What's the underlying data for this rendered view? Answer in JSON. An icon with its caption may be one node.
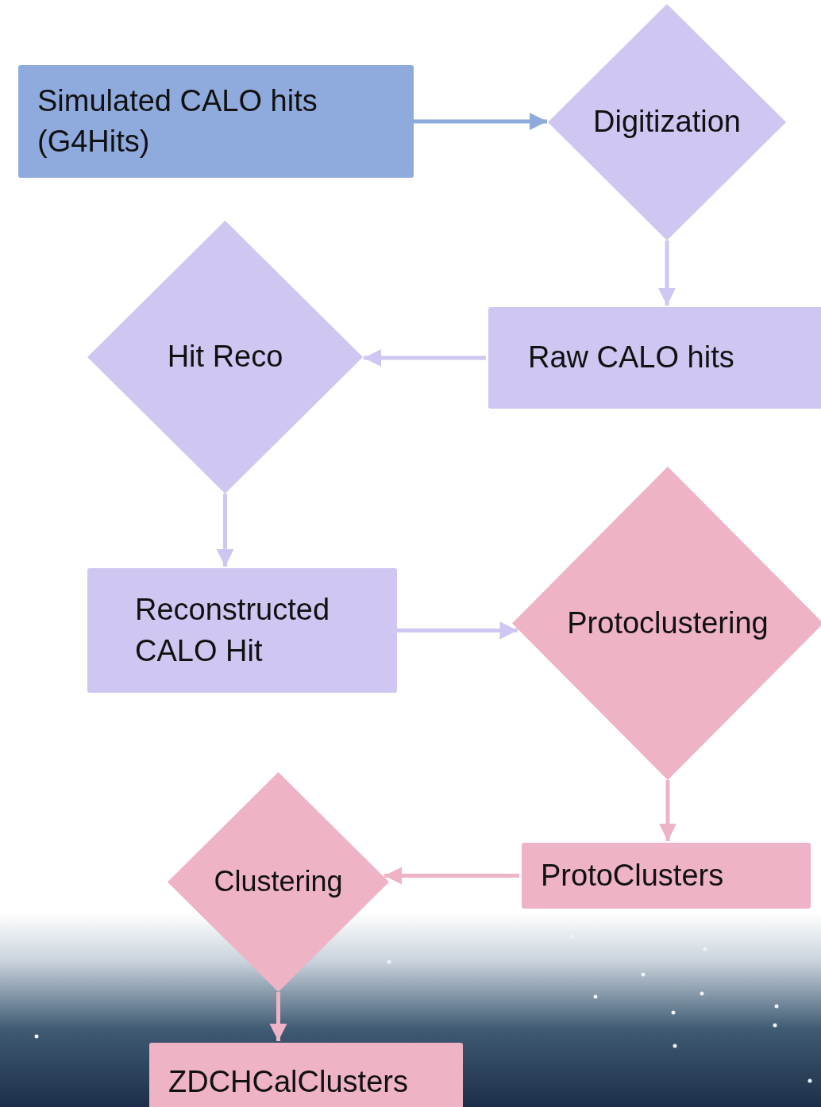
{
  "diagram": {
    "nodes": [
      {
        "text": [
          "Simulated CALO hits (G4Hits)"
        ]
      },
      {
        "text": [
          "Digitization"
        ]
      },
      {
        "text": [
          "Raw CALO hits"
        ]
      },
      {
        "text": [
          "Hit Reco"
        ]
      },
      {
        "text": [
          "Reconstructed CALO Hit"
        ]
      },
      {
        "text": [
          "Protoclustering"
        ]
      },
      {
        "text": [
          "ProtoClusters"
        ]
      },
      {
        "text": [
          "Clustering"
        ]
      },
      {
        "text": [
          "ZDCHCalClusters"
        ]
      }
    ],
    "edges": [
      {
        "from": 0,
        "to": 1,
        "arrow": "to",
        "color": "#8faadc"
      },
      {
        "from": 1,
        "to": 2,
        "arrow": "to"
      },
      {
        "from": 2,
        "to": 3,
        "arrow": "to"
      },
      {
        "from": 3,
        "to": 4,
        "arrow": "to"
      },
      {
        "from": 4,
        "to": 5,
        "arrow": "to"
      },
      {
        "from": 5,
        "to": 6,
        "arrow": "to",
        "color": "#efb3c6"
      },
      {
        "from": 6,
        "to": 7,
        "arrow": "to",
        "color": "#efb3c6"
      },
      {
        "from": 7,
        "to": 8,
        "arrow": "to",
        "color": "#efb3c6"
      }
    ]
  }
}
